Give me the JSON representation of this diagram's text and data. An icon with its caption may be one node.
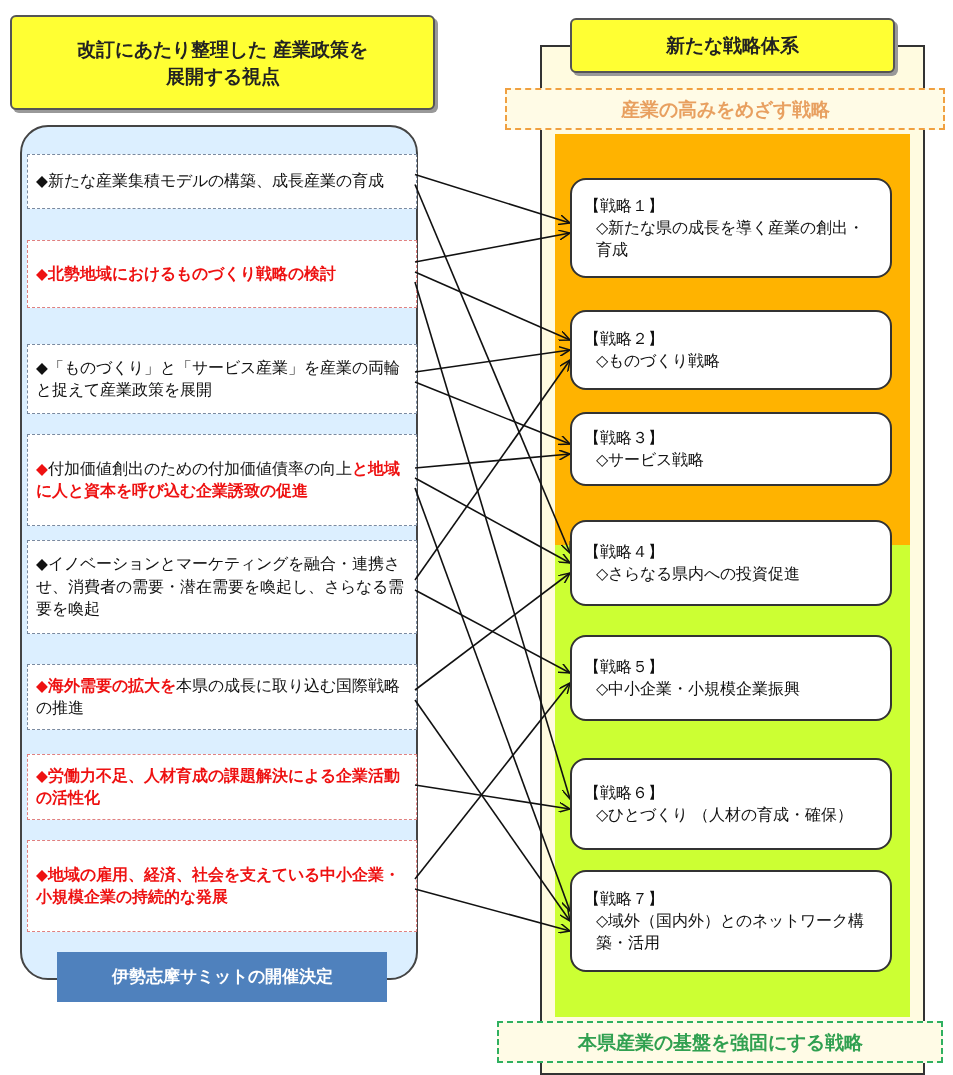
{
  "diagram": {
    "nodes": [
      {
        "text": [
          "改訂にあたり整理した 産業政策を展開する視点"
        ]
      },
      {
        "text": [],
        "shape": "box"
      },
      {
        "text": [
          "◆新たな産業集積モデルの構築、成長産業の育成"
        ],
        "in": 1
      },
      {
        "text": [
          "◆北勢地域におけるものづくり戦略の検討"
        ],
        "in": 1
      },
      {
        "text": [
          "◆「ものづくり」と「サービス産業」を産業の両輪と捉えて産業政策を展開"
        ],
        "in": 1
      },
      {
        "text": [
          "**◆**付加価値創出のための付加価値債率の向上**と地域に人と資本を呼び込む企業誘致の促進**"
        ],
        "in": 1
      },
      {
        "text": [
          "◆イノベーションとマーケティングを融合・連携させ、消費者の需要・潜在需要を喚起し、さらなる需要を喚起"
        ],
        "in": 1
      },
      {
        "text": [
          "**◆海外需要の拡大を**本県の成長に取り込む国際戦略の推進"
        ],
        "in": 1
      },
      {
        "text": [
          "◆労働力不足、人材育成の課題解決による企業活動の活性化"
        ],
        "in": 1
      },
      {
        "text": [
          "◆地域の雇用、経済、社会を支えている中小企業・小規模企業の持続的な発展"
        ],
        "in": 1
      },
      {
        "text": [
          "伊勢志摩サミットの開催決定"
        ],
        "in": 1
      },
      {
        "text": [],
        "shape": "box"
      },
      {
        "text": [
          "新たな戦略体系"
        ]
      },
      {
        "text": [
          "産業の高みをめざす戦略"
        ],
        "in": 11
      },
      {
        "text": [
          "【戦略１】",
          "◇新たな県の成長を導く産業の創出・育成"
        ],
        "in": 13
      },
      {
        "text": [
          "【戦略２】",
          "◇ものづくり戦略"
        ],
        "in": 13
      },
      {
        "text": [
          "【戦略３】",
          "◇サービス戦略"
        ],
        "in": 13
      },
      {
        "text": [
          "【戦略４】",
          "◇さらなる県内への投資促進"
        ],
        "in": 11
      },
      {
        "text": [
          "本県産業の基盤を強固にする戦略"
        ],
        "in": 11
      },
      {
        "text": [
          "【戦略５】",
          "◇中小企業・小規模企業振興"
        ],
        "in": 18
      },
      {
        "text": [
          "【戦略６】",
          "◇ひとづくり （人材の育成・確保）"
        ],
        "in": 18
      },
      {
        "text": [
          "【戦略７】",
          "◇域外（国内外）とのネットワーク構築・活用"
        ],
        "in": 18
      }
    ],
    "edges": [
      {
        "from": 2,
        "to": 14,
        "arrow": "to"
      },
      {
        "from": 2,
        "to": 17,
        "arrow": "to"
      },
      {
        "from": 3,
        "to": 14,
        "arrow": "to"
      },
      {
        "from": 3,
        "to": 15,
        "arrow": "to"
      },
      {
        "from": 3,
        "to": 20,
        "arrow": "to"
      },
      {
        "from": 4,
        "to": 15,
        "arrow": "to"
      },
      {
        "from": 4,
        "to": 16,
        "arrow": "to"
      },
      {
        "from": 5,
        "to": 16,
        "arrow": "to"
      },
      {
        "from": 5,
        "to": 17,
        "arrow": "to"
      },
      {
        "from": 5,
        "to": 21,
        "arrow": "to"
      },
      {
        "from": 6,
        "to": 15,
        "arrow": "to"
      },
      {
        "from": 6,
        "to": 19,
        "arrow": "to"
      },
      {
        "from": 7,
        "to": 17,
        "arrow": "to"
      },
      {
        "from": 7,
        "to": 21,
        "arrow": "to"
      },
      {
        "from": 8,
        "to": 20,
        "arrow": "to"
      },
      {
        "from": 9,
        "to": 19,
        "arrow": "to"
      },
      {
        "from": 9,
        "to": 21,
        "arrow": "to"
      }
    ]
  }
}
